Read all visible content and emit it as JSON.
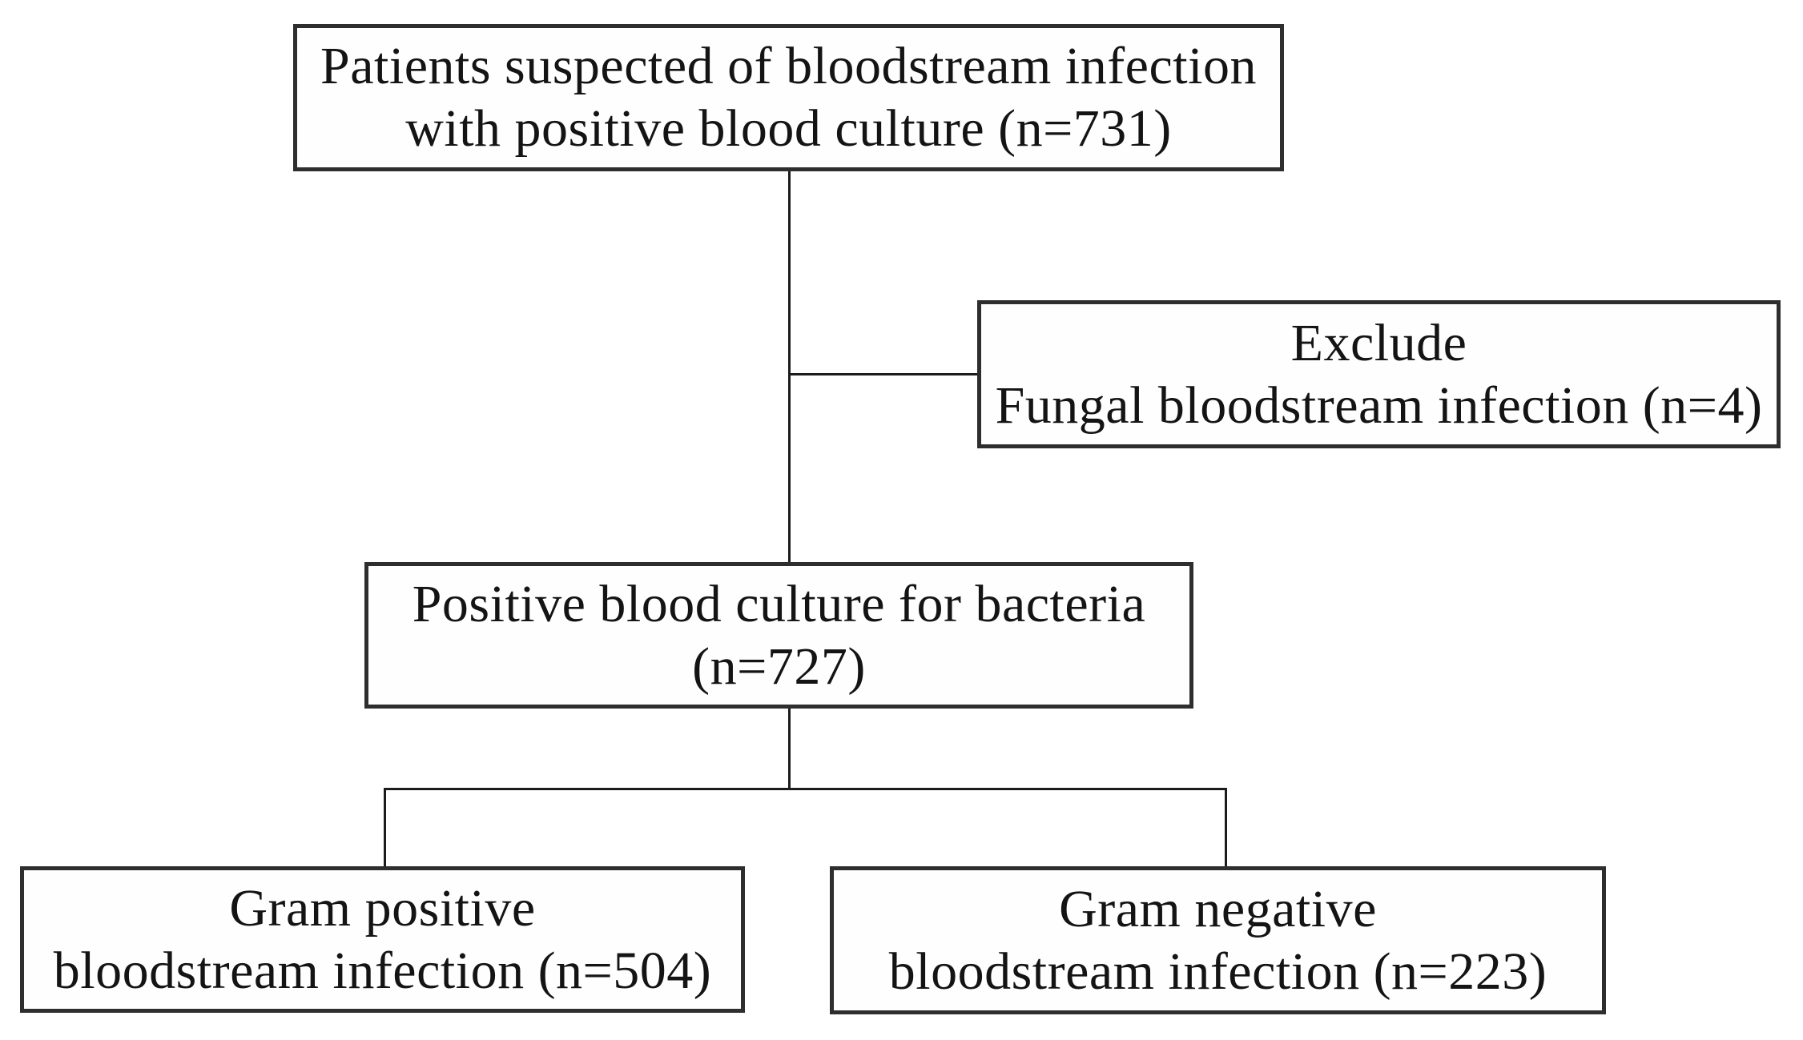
{
  "figure": {
    "background_color": "#ffffff",
    "box_border_color": "#2e2e2e",
    "connector_color": "#1c1c1c",
    "text_color": "#141414"
  },
  "flowchart": {
    "nodes": [
      {
        "id": "patients",
        "line1": "Patients suspected of bloodstream infection",
        "line2": "with positive blood culture (n=731)",
        "n": 731
      },
      {
        "id": "exclude",
        "line1": "Exclude",
        "line2": "Fungal bloodstream infection (n=4)",
        "n": 4
      },
      {
        "id": "bacteria",
        "line1": "Positive blood culture for bacteria",
        "line2": "(n=727)",
        "n": 727
      },
      {
        "id": "gram_positive",
        "line1": "Gram positive",
        "line2": "bloodstream infection (n=504)",
        "n": 504
      },
      {
        "id": "gram_negative",
        "line1": "Gram negative",
        "line2": "bloodstream infection (n=223)",
        "n": 223
      }
    ],
    "edges": [
      {
        "from": "patients",
        "to": "bacteria",
        "type": "vertical"
      },
      {
        "from": "patients",
        "to": "exclude",
        "type": "exclusion-branch"
      },
      {
        "from": "bacteria",
        "to": "gram_positive",
        "type": "t-split"
      },
      {
        "from": "bacteria",
        "to": "gram_negative",
        "type": "t-split"
      }
    ]
  }
}
